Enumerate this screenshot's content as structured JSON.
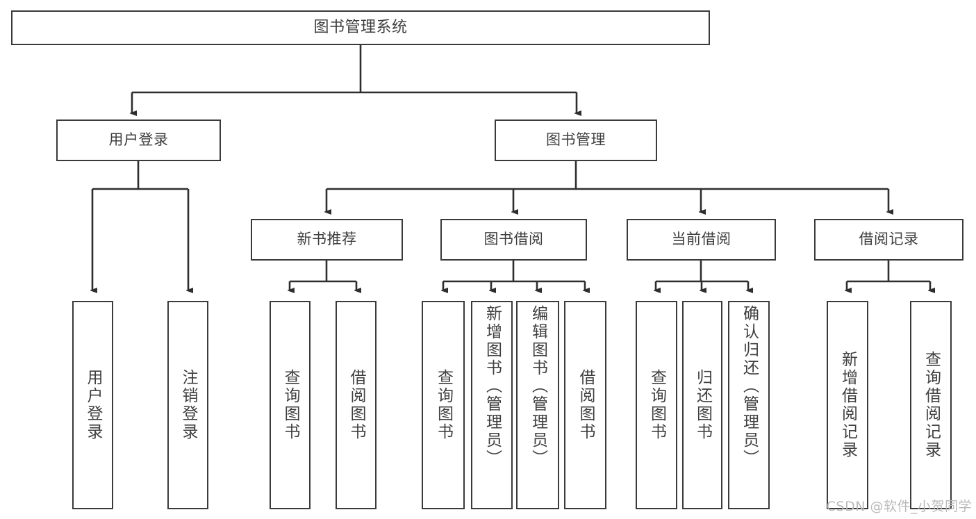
{
  "diagram": {
    "title": "图书管理系统",
    "type": "tree-hierarchy-diagram",
    "watermark": "CSDN @软件_小贺同学",
    "colors": {
      "box_border": "#3a3a3a",
      "box_fill": "#ffffff",
      "text": "#3f3f3f",
      "edge": "#2e2e2e",
      "background": "#ffffff",
      "watermark": "#b9b9b9"
    },
    "nodes": {
      "root": {
        "label": "图书管理系统"
      },
      "tier2": [
        {
          "id": "user-login",
          "label": "用户登录"
        },
        {
          "id": "book-management",
          "label": "图书管理"
        }
      ],
      "tier3": [
        {
          "id": "new-book-recommend",
          "label": "新书推荐"
        },
        {
          "id": "book-borrow",
          "label": "图书借阅"
        },
        {
          "id": "current-borrow",
          "label": "当前借阅"
        },
        {
          "id": "borrow-record",
          "label": "借阅记录"
        }
      ],
      "leaves": {
        "user_login": [
          {
            "id": "leaf-user-login",
            "label": "用户登录"
          },
          {
            "id": "leaf-logout-login",
            "label": "注销登录"
          }
        ],
        "new_book_recommend": [
          {
            "id": "leaf-query-book-1",
            "label": "查询图书"
          },
          {
            "id": "leaf-borrow-book-1",
            "label": "借阅图书"
          }
        ],
        "book_borrow": [
          {
            "id": "leaf-query-book-2",
            "label": "查询图书"
          },
          {
            "id": "leaf-add-book",
            "label": "新增图书（管理员）"
          },
          {
            "id": "leaf-edit-book",
            "label": "编辑图书（管理员）"
          },
          {
            "id": "leaf-borrow-book-2",
            "label": "借阅图书"
          }
        ],
        "current_borrow": [
          {
            "id": "leaf-query-book-3",
            "label": "查询图书"
          },
          {
            "id": "leaf-return-book",
            "label": "归还图书"
          },
          {
            "id": "leaf-confirm-return",
            "label": "确认归还（管理员）"
          }
        ],
        "borrow_record": [
          {
            "id": "leaf-add-borrow-record",
            "label": "新增借阅记录"
          },
          {
            "id": "leaf-query-borrow-record",
            "label": "查询借阅记录"
          }
        ]
      }
    }
  }
}
